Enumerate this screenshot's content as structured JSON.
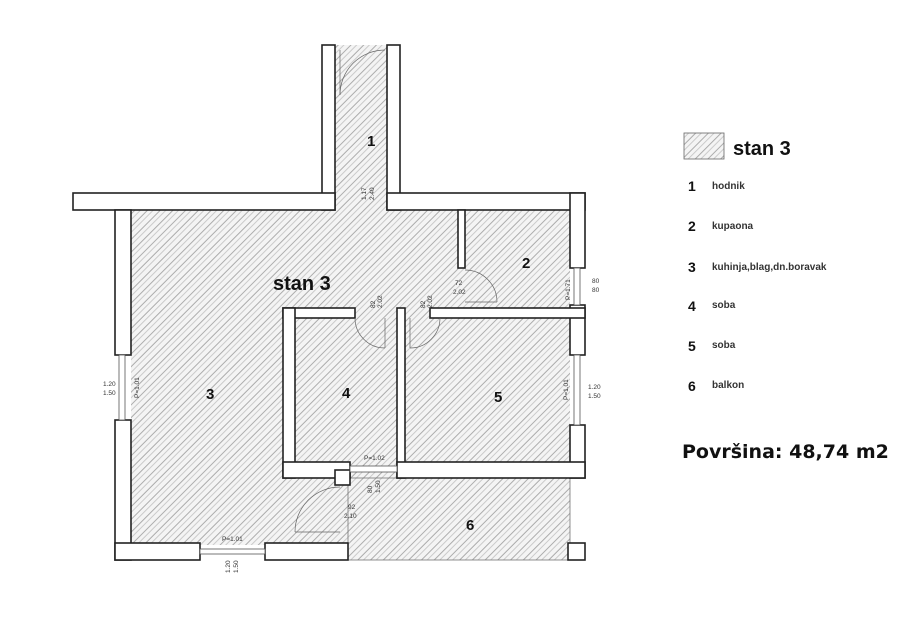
{
  "plan": {
    "apartment_label": "stan 3",
    "rooms": [
      "1",
      "2",
      "3",
      "4",
      "5",
      "6"
    ],
    "dimensions": {
      "hall_door_w": "1.17",
      "hall_door_h": "2.40",
      "bath_door_w": "72",
      "bath_door_h": "2.02",
      "room4_door_w": "82",
      "room4_door_h": "2.02",
      "room5_door_w": "82",
      "room5_door_h": "2.02",
      "bath_window_p": "P=1.71",
      "bath_window_w": "80",
      "bath_window_h": "80",
      "left_window_p": "P=1.01",
      "left_window_w": "1.20",
      "left_window_h": "1.50",
      "right_window_p": "P=1.01",
      "right_window_w": "1.20",
      "right_window_h": "1.50",
      "room4_window_p": "P=1.02",
      "room4_window_w": "80",
      "room4_window_h": "1.50",
      "balcony_door_w": "92",
      "balcony_door_h": "2.10",
      "bottom_window_p": "P=1.01",
      "bottom_window_w": "1.20",
      "bottom_window_h": "1.50"
    }
  },
  "legend": {
    "title": "stan 3",
    "items": [
      {
        "num": "1",
        "label": "hodnik"
      },
      {
        "num": "2",
        "label": "kupaona"
      },
      {
        "num": "3",
        "label": "kuhinja,blag,dn.boravak"
      },
      {
        "num": "4",
        "label": "soba"
      },
      {
        "num": "5",
        "label": "soba"
      },
      {
        "num": "6",
        "label": "balkon"
      }
    ],
    "area": "Površina: 48,74 m2"
  }
}
